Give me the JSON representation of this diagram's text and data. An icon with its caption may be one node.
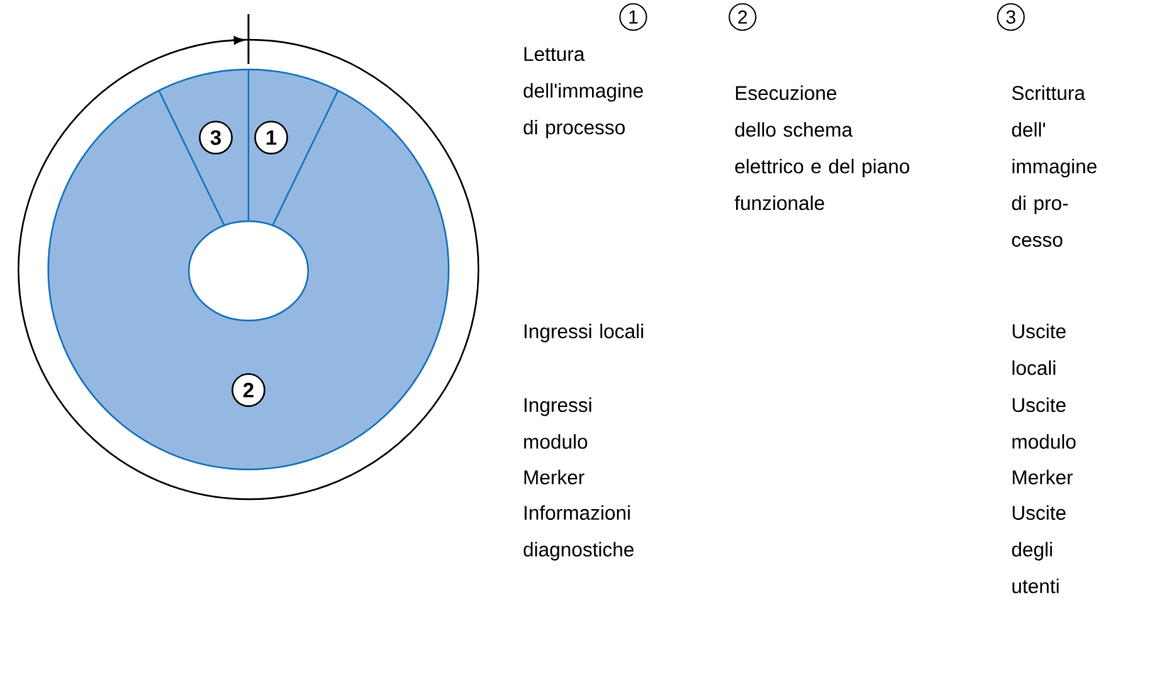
{
  "diagram": {
    "labels": [
      "3",
      "1",
      "2",
      "1",
      "2",
      "3",
      "Lettura dell'immagine di processo",
      "Esecuzione dello schema elettrico e del piano funzionale",
      "Scrittura dell' immagine di pro- cesso",
      "Ingressi locali",
      "Uscite locali",
      "Ingressi modulo",
      "Uscite modulo",
      "Merker",
      "Merker",
      "Informazioni diagnostiche",
      "Uscite degli utenti"
    ]
  }
}
